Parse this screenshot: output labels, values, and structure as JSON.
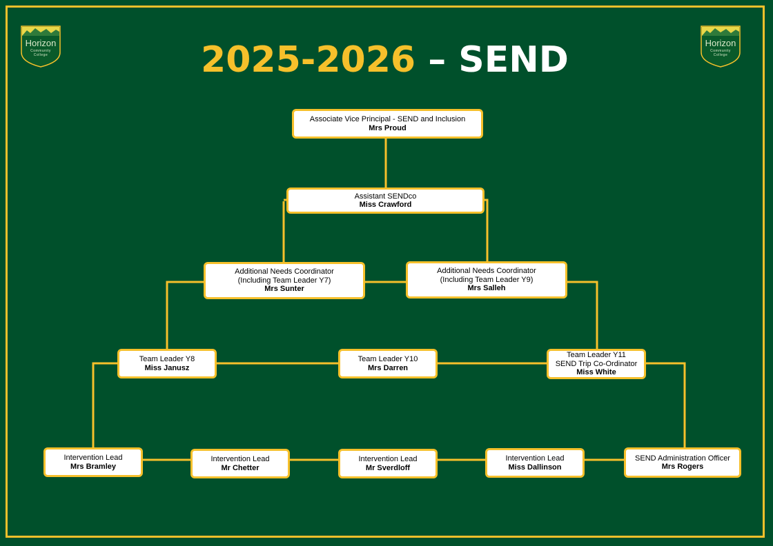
{
  "header": {
    "year": "2025-2026",
    "dept": "– SEND",
    "logo_name": "Horizon",
    "logo_sub_1": "Community",
    "logo_sub_2": "College"
  },
  "colors": {
    "background": "#00502b",
    "accent": "#f6c02b",
    "box": "#ffffff"
  },
  "nodes": {
    "avp": {
      "role": "Associate Vice Principal - SEND and Inclusion",
      "name": "Mrs Proud"
    },
    "sendco": {
      "role": "Assistant SENDco",
      "name": "Miss Crawford"
    },
    "anc7": {
      "role1": "Additional Needs Coordinator",
      "role2": "(Including Team Leader Y7)",
      "name": "Mrs Sunter"
    },
    "anc9": {
      "role1": "Additional Needs Coordinator",
      "role2": "(Including Team Leader Y9)",
      "name": "Mrs Salleh"
    },
    "tl8": {
      "role": "Team Leader Y8",
      "name": "Miss Janusz"
    },
    "tl10": {
      "role": "Team Leader Y10",
      "name": "Mrs Darren"
    },
    "tl11": {
      "role1": "Team Leader Y11",
      "role2": "SEND Trip Co-Ordinator",
      "name": "Miss White"
    },
    "il1": {
      "role": "Intervention Lead",
      "name": "Mrs Bramley"
    },
    "il2": {
      "role": "Intervention Lead",
      "name": "Mr Chetter"
    },
    "il3": {
      "role": "Intervention Lead",
      "name": "Mr Sverdloff"
    },
    "il4": {
      "role": "Intervention Lead",
      "name": "Miss Dallinson"
    },
    "admin": {
      "role": "SEND Administration Officer",
      "name": "Mrs Rogers"
    }
  }
}
